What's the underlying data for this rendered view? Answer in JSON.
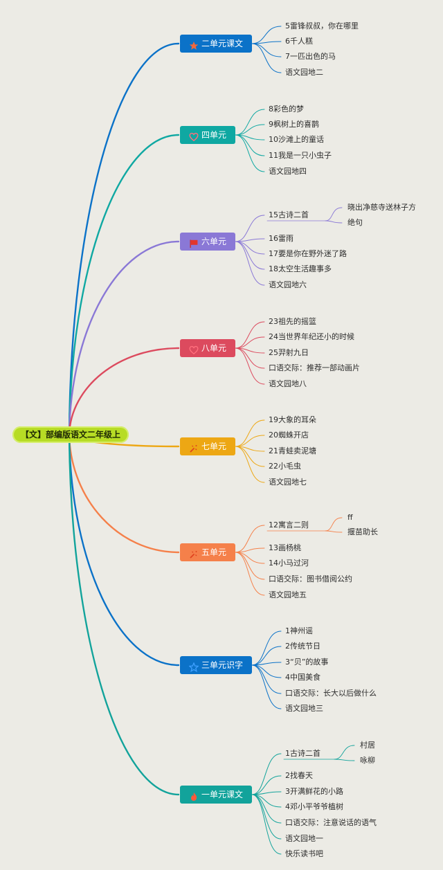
{
  "root": {
    "title": "【文】部编版语文二年级上"
  },
  "units": [
    {
      "title": "二单元课文",
      "icon": "star-filled-icon",
      "color": "#0b72c8",
      "children": [
        {
          "label": "5雷锋叔叔，你在哪里"
        },
        {
          "label": "6千人糕"
        },
        {
          "label": "7一匹出色的马"
        },
        {
          "label": "语文园地二"
        }
      ]
    },
    {
      "title": "四单元",
      "icon": "heart-outline-icon",
      "color": "#0fa8a2",
      "children": [
        {
          "label": "8彩色的梦"
        },
        {
          "label": "9枫树上的喜鹊"
        },
        {
          "label": "10沙滩上的童话"
        },
        {
          "label": "11我是一只小虫子"
        },
        {
          "label": "语文园地四"
        }
      ]
    },
    {
      "title": "六单元",
      "icon": "flag-icon",
      "color": "#8a78d6",
      "children": [
        {
          "label": "15古诗二首",
          "children": [
            "晓出净慈寺送林子方",
            "绝句"
          ]
        },
        {
          "label": "16雷雨"
        },
        {
          "label": "17要是你在野外迷了路"
        },
        {
          "label": "18太空生活趣事多"
        },
        {
          "label": "语文园地六"
        }
      ]
    },
    {
      "title": "八单元",
      "icon": "heart-outline-icon",
      "color": "#dc4a5e",
      "children": [
        {
          "label": "23祖先的摇篮"
        },
        {
          "label": "24当世界年纪还小的时候"
        },
        {
          "label": "25羿射九日"
        },
        {
          "label": "口语交际：推荐一部动画片"
        },
        {
          "label": "语文园地八"
        }
      ]
    },
    {
      "title": "七单元",
      "icon": "party-popper-icon",
      "color": "#eda714",
      "children": [
        {
          "label": "19大象的耳朵"
        },
        {
          "label": "20蜘蛛开店"
        },
        {
          "label": "21青蛙卖泥塘"
        },
        {
          "label": "22小毛虫"
        },
        {
          "label": "语文园地七"
        }
      ]
    },
    {
      "title": "五单元",
      "icon": "party-popper-icon",
      "color": "#f5804a",
      "children": [
        {
          "label": "12寓言二则",
          "children": [
            "ff",
            "揠苗助长"
          ]
        },
        {
          "label": "13画杨桃"
        },
        {
          "label": "14小马过河"
        },
        {
          "label": "口语交际：图书借阅公约"
        },
        {
          "label": "语文园地五"
        }
      ]
    },
    {
      "title": "三单元识字",
      "icon": "star-outline-icon",
      "color": "#0b72c8",
      "children": [
        {
          "label": "1神州谣"
        },
        {
          "label": "2传统节日"
        },
        {
          "label": "3“贝”的故事"
        },
        {
          "label": "4中国美食"
        },
        {
          "label": "口语交际：长大以后做什么"
        },
        {
          "label": "语文园地三"
        }
      ]
    },
    {
      "title": "一单元课文",
      "icon": "fire-icon",
      "color": "#12a39b",
      "children": [
        {
          "label": "1古诗二首",
          "children": [
            "村居",
            "咏柳"
          ]
        },
        {
          "label": "2找春天"
        },
        {
          "label": "3开满鲜花的小路"
        },
        {
          "label": "4邓小平爷爷植树"
        },
        {
          "label": "口语交际：注意说话的语气"
        },
        {
          "label": "语文园地一"
        },
        {
          "label": "快乐读书吧"
        }
      ]
    }
  ]
}
